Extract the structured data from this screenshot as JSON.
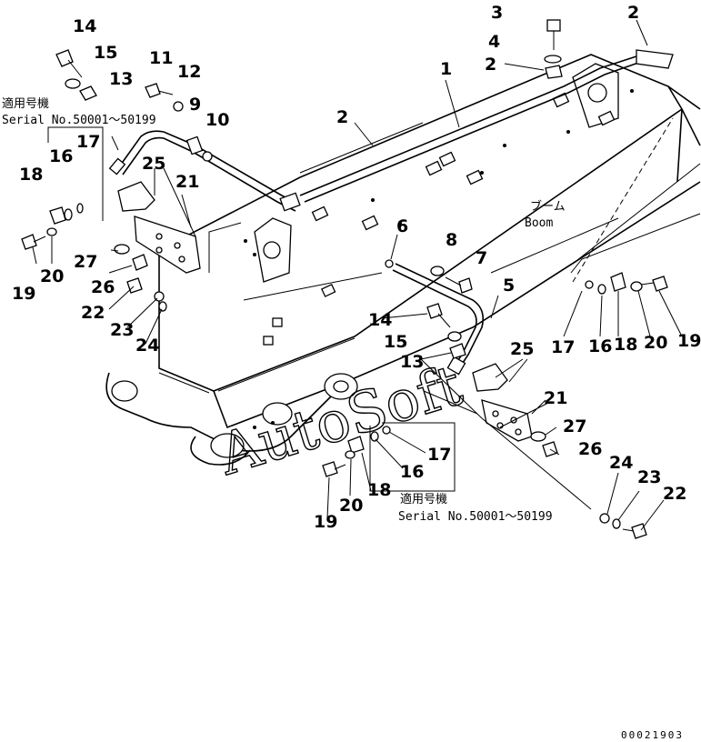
{
  "diagram": {
    "boom_label_jp": "ブーム",
    "boom_label_en": "Boom",
    "serial_note_left": {
      "line1": "適用号機",
      "line2": "Serial No.50001～50199"
    },
    "serial_note_right": {
      "line1": "適用号機",
      "line2": "Serial No.50001～50199"
    },
    "watermark": "AutoSoft",
    "document_number": "00021903",
    "callouts": [
      "1",
      "2",
      "2",
      "2",
      "3",
      "4",
      "5",
      "6",
      "7",
      "8",
      "9",
      "10",
      "11",
      "12",
      "13",
      "13",
      "14",
      "14",
      "15",
      "15",
      "16",
      "16",
      "16",
      "17",
      "17",
      "17",
      "18",
      "18",
      "18",
      "19",
      "19",
      "19",
      "20",
      "20",
      "20",
      "21",
      "21",
      "22",
      "22",
      "23",
      "23",
      "24",
      "24",
      "25",
      "25",
      "26",
      "26",
      "27",
      "27"
    ]
  }
}
